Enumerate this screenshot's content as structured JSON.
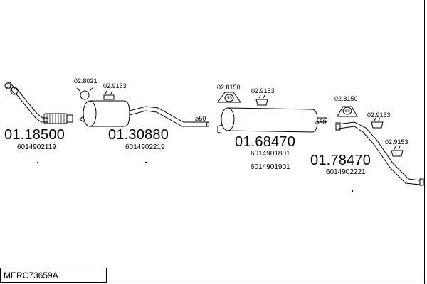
{
  "diagram": {
    "parts": [
      {
        "number": "01.18500",
        "refs": [
          "6014902119"
        ]
      },
      {
        "number": "01.30880",
        "refs": [
          "6014902219"
        ]
      },
      {
        "number": "01.68470",
        "refs": [
          "6014901801",
          "6014901901"
        ]
      },
      {
        "number": "01.78470",
        "refs": [
          "6014902221"
        ]
      }
    ],
    "accessories": [
      {
        "number": "02.8021"
      },
      {
        "number": "02.9153"
      },
      {
        "number": "02.8150"
      },
      {
        "number": "02.9153"
      },
      {
        "number": "02.8150"
      },
      {
        "number": "02.9153"
      },
      {
        "number": "02.9153"
      }
    ],
    "diameters": [
      "⌀50",
      "⌀50"
    ],
    "footer_code": "MERC73659A"
  }
}
